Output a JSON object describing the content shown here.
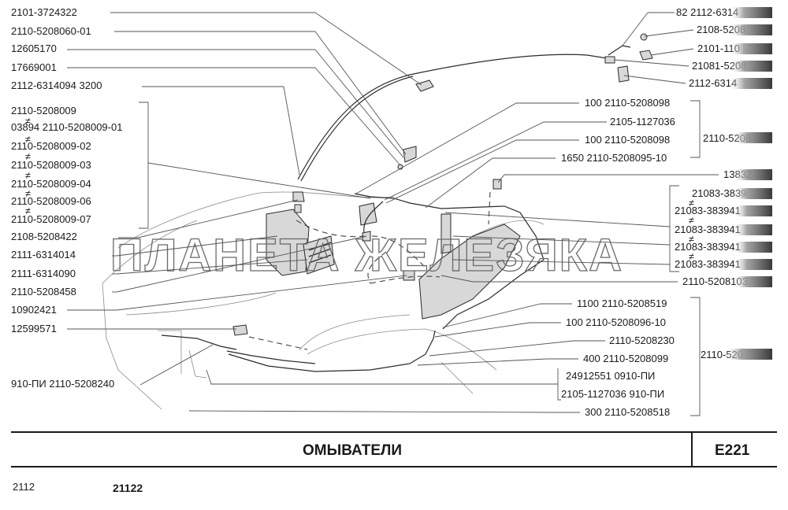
{
  "left_labels": [
    "2101-3724322",
    "2110-5208060-01",
    "12605170",
    "17669001",
    "2112-6314094  3200",
    "2110-5208009",
    "03894  2110-5208009-01",
    "2110-5208009-02",
    "2110-5208009-03",
    "2110-5208009-04",
    "2110-5208009-06",
    "2110-5208009-07",
    "2108-5208422",
    "2111-6314014",
    "2111-6314090",
    "2110-5208458",
    "10902421",
    "12599571",
    "910-ПИ  2110-5208240"
  ],
  "top_right_labels": [
    "82  2112-6314",
    "2108-5208",
    "2101-110",
    "21081-5208",
    "2112-6314"
  ],
  "mid_right_labels": [
    "100  2110-5208098",
    "2105-1127036",
    "100  2110-5208098",
    "1650  2110-5208095-10"
  ],
  "mid_right_group_label": "2110-5208",
  "far_right_labels": [
    "13832",
    "21083-3839",
    "21083-383941",
    "21083-383941",
    "21083-383941",
    "21083-383941",
    "2110-5208103"
  ],
  "bottom_right_labels": [
    "1100  2110-5208519",
    "100  2110-5208096-10",
    "2110-5208230",
    "400  2110-5208099",
    "24912551  0910-ПИ",
    "2105-1127036  910-ПИ",
    "300  2110-5208518"
  ],
  "bottom_right_group_label": "2110-520",
  "watermark": "ПЛАНЕТА ЖЕЛЕЗЯКА",
  "footer": {
    "title": "ОМЫВАТЕЛИ",
    "code": "E221",
    "model_1": "2112",
    "model_2": "21122"
  }
}
